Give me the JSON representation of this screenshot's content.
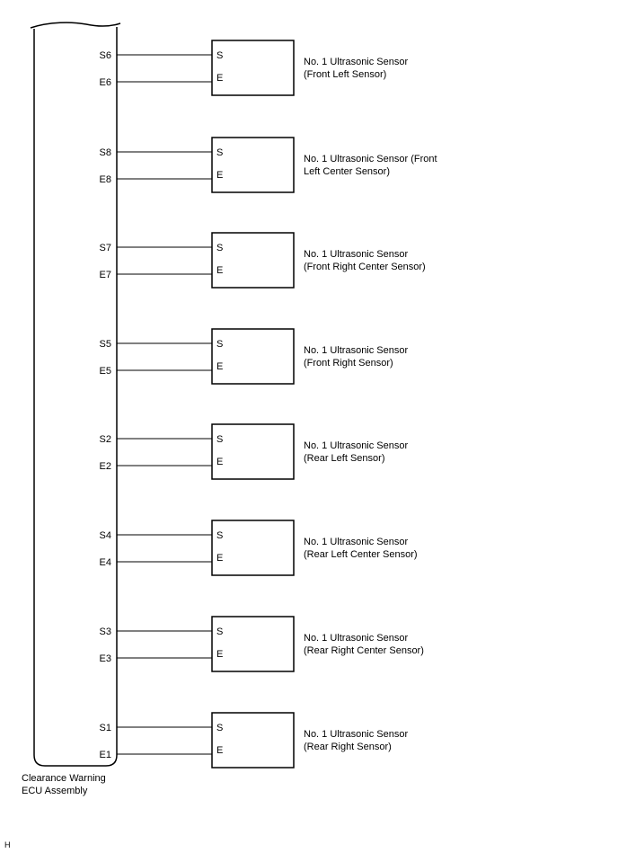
{
  "ecu": {
    "label_line1": "Clearance Warning",
    "label_line2": "ECU Assembly"
  },
  "corner_mark": "H",
  "sensors": [
    {
      "pin_s": "S6",
      "pin_e": "E6",
      "box_s": "S",
      "box_e": "E",
      "line1": "No. 1 Ultrasonic Sensor",
      "line2": "(Front Left Sensor)"
    },
    {
      "pin_s": "S8",
      "pin_e": "E8",
      "box_s": "S",
      "box_e": "E",
      "line1": "No. 1 Ultrasonic Sensor (Front",
      "line2": "Left Center Sensor)"
    },
    {
      "pin_s": "S7",
      "pin_e": "E7",
      "box_s": "S",
      "box_e": "E",
      "line1": "No. 1 Ultrasonic Sensor",
      "line2": "(Front Right Center Sensor)"
    },
    {
      "pin_s": "S5",
      "pin_e": "E5",
      "box_s": "S",
      "box_e": "E",
      "line1": "No. 1 Ultrasonic Sensor",
      "line2": "(Front Right Sensor)"
    },
    {
      "pin_s": "S2",
      "pin_e": "E2",
      "box_s": "S",
      "box_e": "E",
      "line1": "No. 1 Ultrasonic Sensor",
      "line2": "(Rear Left Sensor)"
    },
    {
      "pin_s": "S4",
      "pin_e": "E4",
      "box_s": "S",
      "box_e": "E",
      "line1": "No. 1 Ultrasonic Sensor",
      "line2": "(Rear Left Center Sensor)"
    },
    {
      "pin_s": "S3",
      "pin_e": "E3",
      "box_s": "S",
      "box_e": "E",
      "line1": "No. 1 Ultrasonic Sensor",
      "line2": "(Rear Right Center Sensor)"
    },
    {
      "pin_s": "S1",
      "pin_e": "E1",
      "box_s": "S",
      "box_e": "E",
      "line1": "No. 1 Ultrasonic Sensor",
      "line2": "(Rear Right Sensor)"
    }
  ]
}
